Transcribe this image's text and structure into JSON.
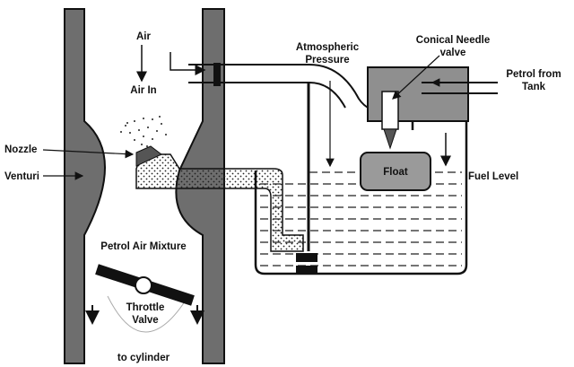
{
  "labels": {
    "air": "Air",
    "air_in": "Air In",
    "atmospheric_1": "Atmospheric",
    "atmospheric_2": "Pressure",
    "conical_1": "Conical Needle",
    "conical_2": "valve",
    "petrol_1": "Petrol from",
    "petrol_2": "Tank",
    "nozzle": "Nozzle",
    "venturi": "Venturi",
    "float": "Float",
    "fuel_level": "Fuel Level",
    "mixture": "Petrol Air Mixture",
    "throttle_1": "Throttle",
    "throttle_2": "Valve",
    "to_cylinder": "to cylinder"
  },
  "colors": {
    "wall": "#6e6e6e",
    "ink": "#111111",
    "fuel_dash": "#222222",
    "float_fill": "#9a9a9a",
    "housing_fill": "#8f8f8f"
  },
  "icons": [
    "arrow-icon",
    "conical-needle-icon",
    "throttle-disc-icon"
  ]
}
